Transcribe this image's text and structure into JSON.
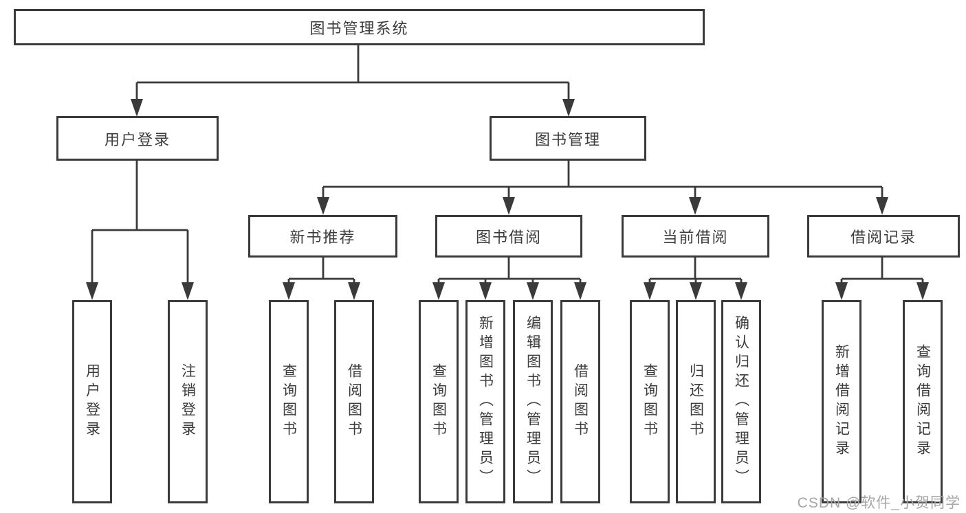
{
  "root": {
    "label": "图书管理系统"
  },
  "level1": {
    "user": {
      "label": "用户登录",
      "leaves": [
        "用户登录",
        "注销登录"
      ]
    },
    "book": {
      "label": "图书管理"
    }
  },
  "groups": [
    {
      "label": "新书推荐",
      "leaves": [
        "查询图书",
        "借阅图书"
      ]
    },
    {
      "label": "图书借阅",
      "leaves": [
        "查询图书",
        "新增图书（管理员）",
        "编辑图书（管理员）",
        "借阅图书"
      ]
    },
    {
      "label": "当前借阅",
      "leaves": [
        "查询图书",
        "归还图书",
        "确认归还（管理员）"
      ]
    },
    {
      "label": "借阅记录",
      "leaves": [
        "新增借阅记录",
        "查询借阅记录"
      ]
    }
  ],
  "watermark": "CSDN @软件_小贺同学",
  "colors": {
    "line": "#3a3a3a",
    "text": "#3c3c3c",
    "watermark": "#a5a5a5",
    "background": "#ffffff"
  }
}
